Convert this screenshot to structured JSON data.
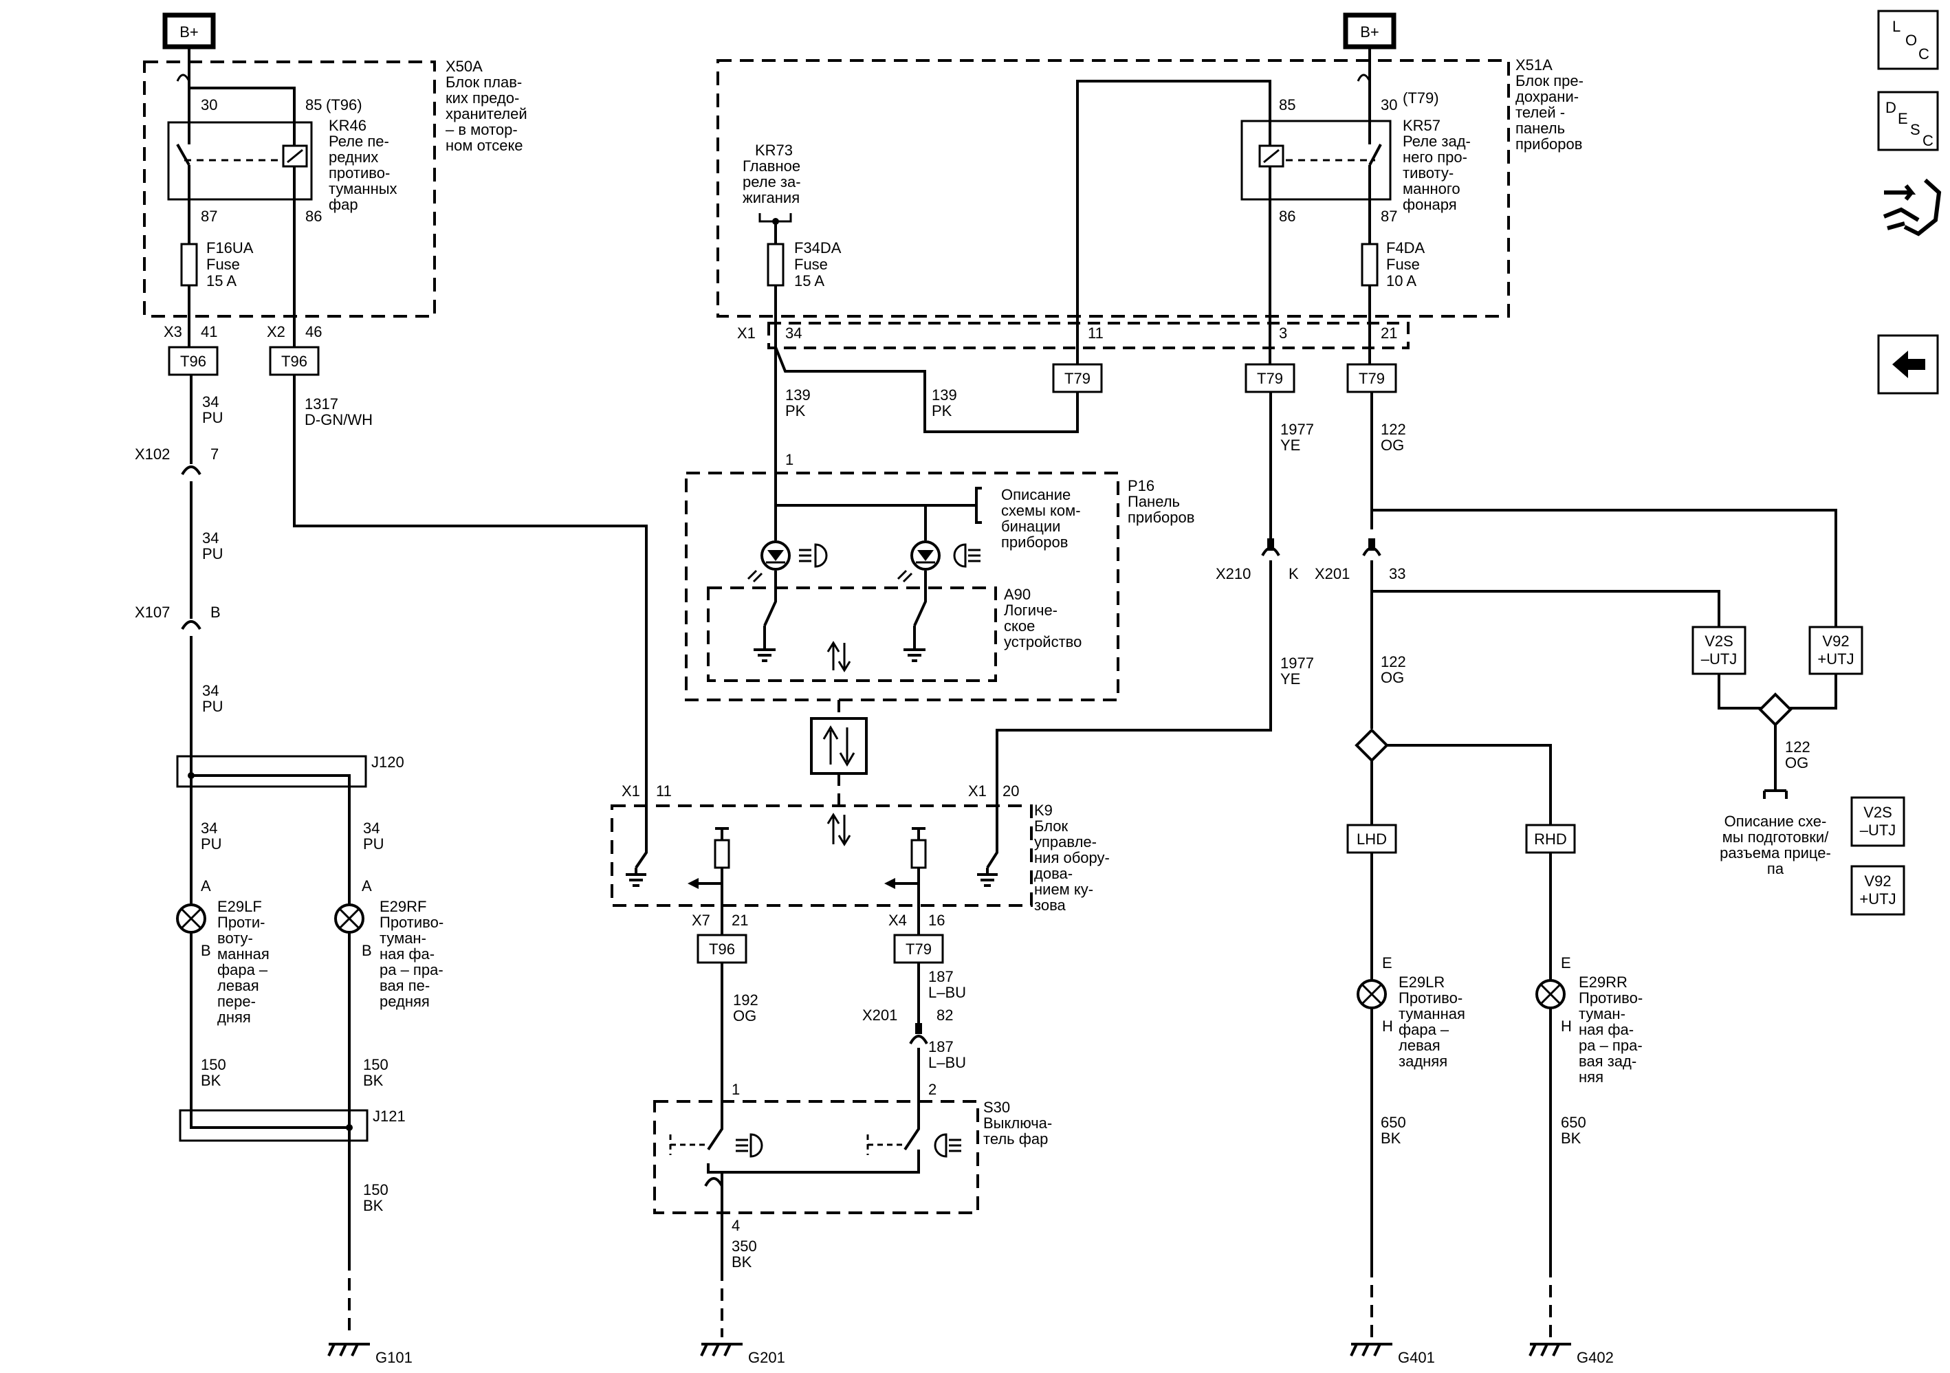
{
  "bplus": "B+",
  "x50a": {
    "code": "X50A",
    "l1": "Блок плав-",
    "l2": "ких предо-",
    "l3": "хранителей",
    "l4": "– в мотор-",
    "l5": "ном отсеке"
  },
  "x51a": {
    "code": "X51A",
    "l1": "Блок пре-",
    "l2": "дохрани-",
    "l3": "телей -",
    "l4": "панель",
    "l5": "приборов"
  },
  "kr46": {
    "p30": "30",
    "p85": "85",
    "t96": "(T96)",
    "p87": "87",
    "p86": "86",
    "code": "KR46",
    "l1": "Реле пе-",
    "l2": "редних",
    "l3": "противо-",
    "l4": "туманных",
    "l5": "фар"
  },
  "kr57": {
    "p85": "85",
    "p30": "30",
    "t79": "(T79)",
    "p86": "86",
    "p87": "87",
    "code": "KR57",
    "l1": "Реле зад-",
    "l2": "него про-",
    "l3": "тивоту-",
    "l4": "манного",
    "l5": "фонаря"
  },
  "kr73": {
    "code": "KR73",
    "l1": "Главное",
    "l2": "реле за-",
    "l3": "жигания"
  },
  "f16ua": {
    "code": "F16UA",
    "fuse": "Fuse",
    "amp": "15 A"
  },
  "f34da": {
    "code": "F34DA",
    "fuse": "Fuse",
    "amp": "15 A"
  },
  "f4da": {
    "code": "F4DA",
    "fuse": "Fuse",
    "amp": "10 A"
  },
  "pins": {
    "x3": "X3",
    "p41": "41",
    "x2": "X2",
    "p46": "46",
    "x1": "X1",
    "p34": "34",
    "p11": "11",
    "p3": "3",
    "p21": "21",
    "x102": "X102",
    "p7": "7",
    "x107": "X107",
    "pB": "B",
    "j120": "J120",
    "j121": "J121",
    "x210": "X210",
    "pK": "K",
    "x201": "X201",
    "p33": "33",
    "pA1": "A",
    "pB1": "B",
    "pA2": "A",
    "pB2": "B",
    "k9x1a": "X1",
    "k9p11": "11",
    "k9x1b": "X1",
    "k9p20": "20",
    "x7": "X7",
    "p21b": "21",
    "x4": "X4",
    "p16": "16",
    "x201b": "X201",
    "p82": "82",
    "s1": "1",
    "s2": "2",
    "s4": "4",
    "pE1": "E",
    "pH1": "H",
    "pE2": "E",
    "pH2": "H",
    "p1": "1"
  },
  "tags": {
    "t96": "T96",
    "t79": "T79",
    "lhd": "LHD",
    "rhd": "RHD",
    "v2s": "V2S",
    "utjm": "–UTJ",
    "v92": "V92",
    "utjp": "+UTJ"
  },
  "wires": {
    "w34": "34",
    "pu": "PU",
    "w1317": "1317",
    "dgn": "D-GN/WH",
    "w139": "139",
    "pk": "PK",
    "w1977": "1977",
    "ye": "YE",
    "w122": "122",
    "og": "OG",
    "w150": "150",
    "bk": "BK",
    "w192": "192",
    "w187": "187",
    "lbu": "L–BU",
    "w350": "350",
    "w650": "650"
  },
  "p16": {
    "code": "P16",
    "l1": "Панель",
    "l2": "приборов",
    "d1": "Описание",
    "d2": "схемы ком-",
    "d3": "бинации",
    "d4": "приборов"
  },
  "a90": {
    "code": "A90",
    "l1": "Логиче-",
    "l2": "ское",
    "l3": "устройство"
  },
  "k9": {
    "code": "K9",
    "l1": "Блок",
    "l2": "управле-",
    "l3": "ния обору-",
    "l4": "дова-",
    "l5": "нием ку-",
    "l6": "зова"
  },
  "s30": {
    "code": "S30",
    "l1": "Выключа-",
    "l2": "тель фар"
  },
  "e29lf": {
    "code": "E29LF",
    "l1": "Проти-",
    "l2": "воту-",
    "l3": "манная",
    "l4": "фара –",
    "l5": "левая",
    "l6": "пере-",
    "l7": "дняя"
  },
  "e29rf": {
    "code": "E29RF",
    "l1": "Противо-",
    "l2": "туман-",
    "l3": "ная фа-",
    "l4": "ра – пра-",
    "l5": "вая пе-",
    "l6": "редняя"
  },
  "e29lr": {
    "code": "E29LR",
    "l1": "Противо-",
    "l2": "туманная",
    "l3": "фара –",
    "l4": "левая",
    "l5": "задняя"
  },
  "e29rr": {
    "code": "E29RR",
    "l1": "Противо-",
    "l2": "туман-",
    "l3": "ная фа-",
    "l4": "ра – пра-",
    "l5": "вая зад-",
    "l6": "няя"
  },
  "trailer": {
    "l1": "Описание схе-",
    "l2": "мы подготовки/",
    "l3": "разъема прице-",
    "l4": "па"
  },
  "grounds": {
    "g101": "G101",
    "g201": "G201",
    "g401": "G401",
    "g402": "G402"
  },
  "side": {
    "loc_l": "L",
    "loc_o": "O",
    "loc_c": "C",
    "desc_d": "D",
    "desc_e": "E",
    "desc_s": "S",
    "desc_c": "C"
  }
}
